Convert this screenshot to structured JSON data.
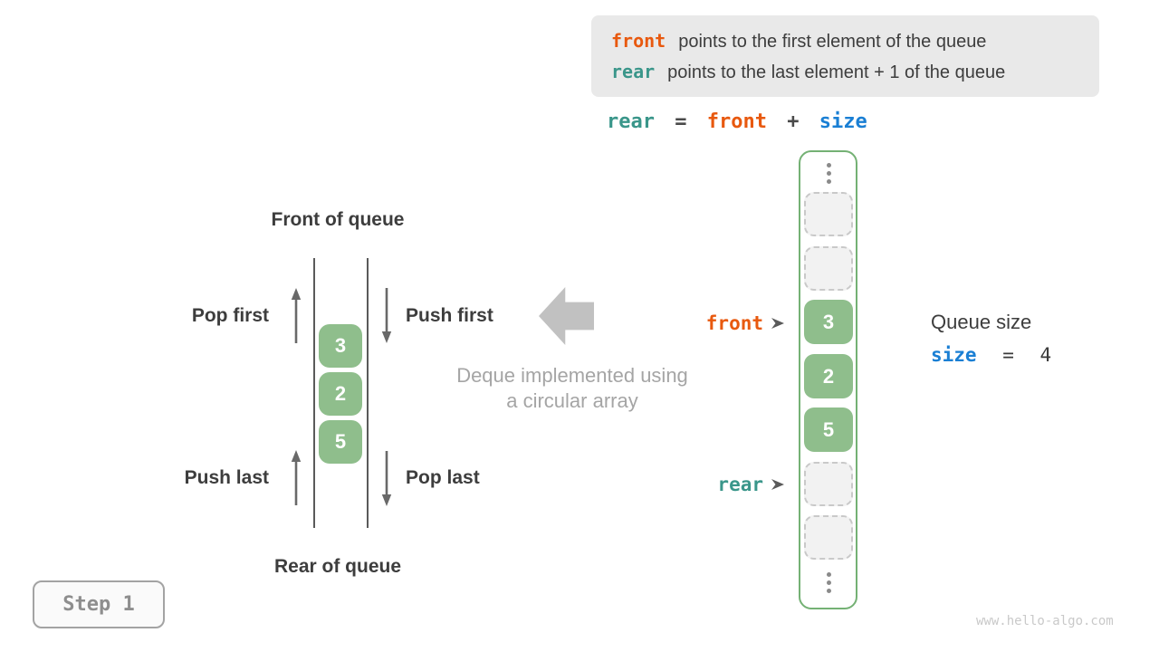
{
  "colors": {
    "front_orange": "#e8590f",
    "rear_teal": "#3a968a",
    "size_blue": "#1a7fd4",
    "cell_green": "#8fbe8c",
    "array_border_green": "#74b174",
    "dashed_cell_gray": "#c9c9c9",
    "text_dark": "#3d3d3d",
    "caption_gray": "#a5a5a5",
    "big_arrow_gray": "#c1c1c1",
    "info_box_bg": "#e9e9e9"
  },
  "info_box": {
    "lines": [
      {
        "keyword": "front",
        "text": "points to the first element of the queue"
      },
      {
        "keyword": "rear",
        "text": "points to the last element + 1 of the queue"
      }
    ]
  },
  "formula": {
    "tokens": [
      "rear",
      "=",
      "front",
      "+",
      "size"
    ]
  },
  "left_queue": {
    "front_label": "Front of queue",
    "rear_label": "Rear of queue",
    "pop_first": "Pop first",
    "push_first": "Push first",
    "push_last": "Push last",
    "pop_last": "Pop last",
    "cells": [
      "3",
      "2",
      "5"
    ]
  },
  "center_caption": {
    "line1": "Deque implemented using",
    "line2": "a circular array"
  },
  "array": {
    "cells": [
      {
        "type": "ellipsis"
      },
      {
        "type": "empty"
      },
      {
        "type": "empty"
      },
      {
        "type": "filled",
        "value": "3"
      },
      {
        "type": "filled",
        "value": "2"
      },
      {
        "type": "filled",
        "value": "5"
      },
      {
        "type": "empty"
      },
      {
        "type": "empty"
      },
      {
        "type": "ellipsis"
      }
    ],
    "front_pointer": "front",
    "rear_pointer": "rear"
  },
  "queue_size": {
    "title": "Queue size",
    "variable": "size",
    "equals": "=",
    "value": "4"
  },
  "step_badge": "Step 1",
  "watermark": "www.hello-algo.com"
}
